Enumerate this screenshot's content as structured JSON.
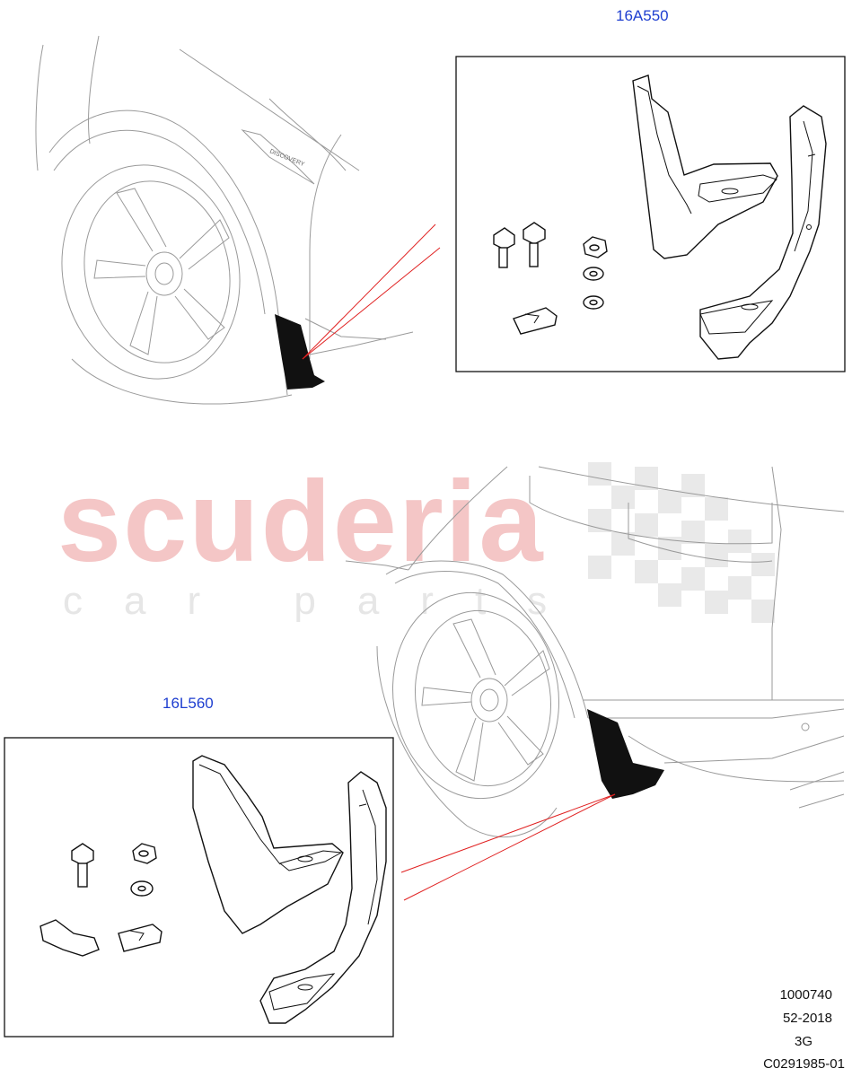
{
  "watermark": {
    "brand": "scuderia",
    "tagline": "car parts",
    "brand_color": "#f4c6c6"
  },
  "callouts": {
    "top_kit": "16A550",
    "bottom_kit": "16L560",
    "label_color": "#1f3fd0"
  },
  "badge_text": "DISCOVERY",
  "illustration_code": "1000740",
  "date_code": "52-2018",
  "variant": "3G",
  "catalog_code": "C0291985-01",
  "leader_color": "#e02020"
}
